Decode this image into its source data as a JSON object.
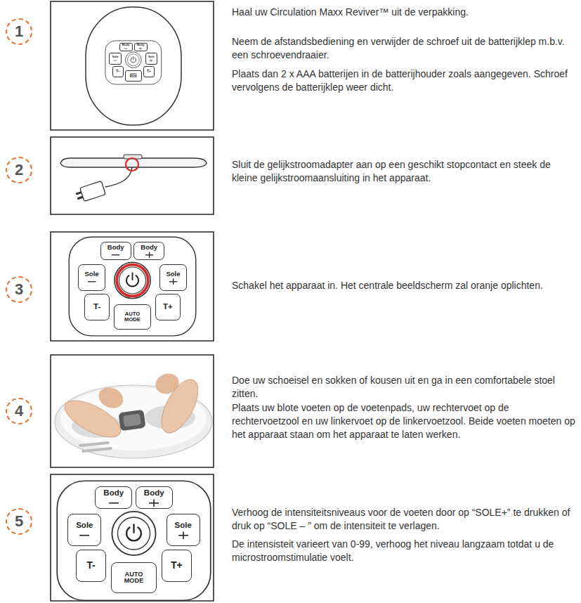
{
  "diagram": {
    "nodes": [
      {
        "text": [
          "1"
        ]
      },
      {
        "text": [
          "Body"
        ]
      },
      {
        "text": [
          "Body"
        ]
      },
      {
        "text": [
          "Sole"
        ]
      },
      {
        "text": [
          "Sole"
        ]
      },
      {
        "text": [
          "T-"
        ]
      },
      {
        "text": [
          "AUTO MODE"
        ]
      },
      {
        "text": [
          "T+"
        ]
      },
      {
        "text": [
          "2"
        ]
      },
      {
        "text": [
          "3"
        ]
      },
      {
        "text": [
          "Body"
        ]
      },
      {
        "text": [
          "Body"
        ]
      },
      {
        "text": [
          "Sole"
        ]
      },
      {
        "text": [
          "Sole"
        ]
      },
      {
        "text": [
          "T-"
        ]
      },
      {
        "text": [
          "AUTO MODE"
        ]
      },
      {
        "text": [
          "T+"
        ]
      },
      {
        "text": [
          "4"
        ]
      },
      {
        "text": [
          "5"
        ]
      },
      {
        "text": [
          "Body"
        ]
      },
      {
        "text": [
          "Body"
        ]
      },
      {
        "text": [
          "Sole"
        ]
      },
      {
        "text": [
          "Sole"
        ]
      },
      {
        "text": [
          "T-"
        ]
      },
      {
        "text": [
          "AUTO MODE"
        ]
      },
      {
        "text": [
          "T+"
        ]
      }
    ],
    "labels": [
      "Haal uw Circulation Maxx Reviver™ uit de verpakking.",
      "Neem de afstandsbediening en verwijder de schroef uit de batterijklep m.b.v. een schroevendraaier.",
      "Plaats dan 2 x AAA batterijen in de batterijhouder zoals aangegeven. Schroef vervolgens de batterijklep weer dicht.",
      "Sluit de gelijkstroomadapter aan op een geschikt stopcontact en steek de kleine gelijkstroomaansluiting in het apparaat.",
      "Schakel het apparaat in. Het centrale beeldscherm zal oranje oplichten.",
      "Doe uw schoeisel en sokken of kousen uit en ga in een comfortabele stoel zitten.",
      "Plaats uw blote voeten op de voetenpads, uw rechtervoet op de rechtervoetzool en uw linkervoet op de linkervoetzool. Beide voeten moeten op het apparaat staan om het apparaat te laten werken.",
      "Verhoog de intensiteitsniveaus voor de voeten door op “SOLE+” te drukken of druk op “SOLE – ” om de intensiteit te verlagen.",
      "De intensisteit varieert van 0-99, verhoog het niveau langzaam totdat u de microstroomstimulatie voelt."
    ]
  }
}
